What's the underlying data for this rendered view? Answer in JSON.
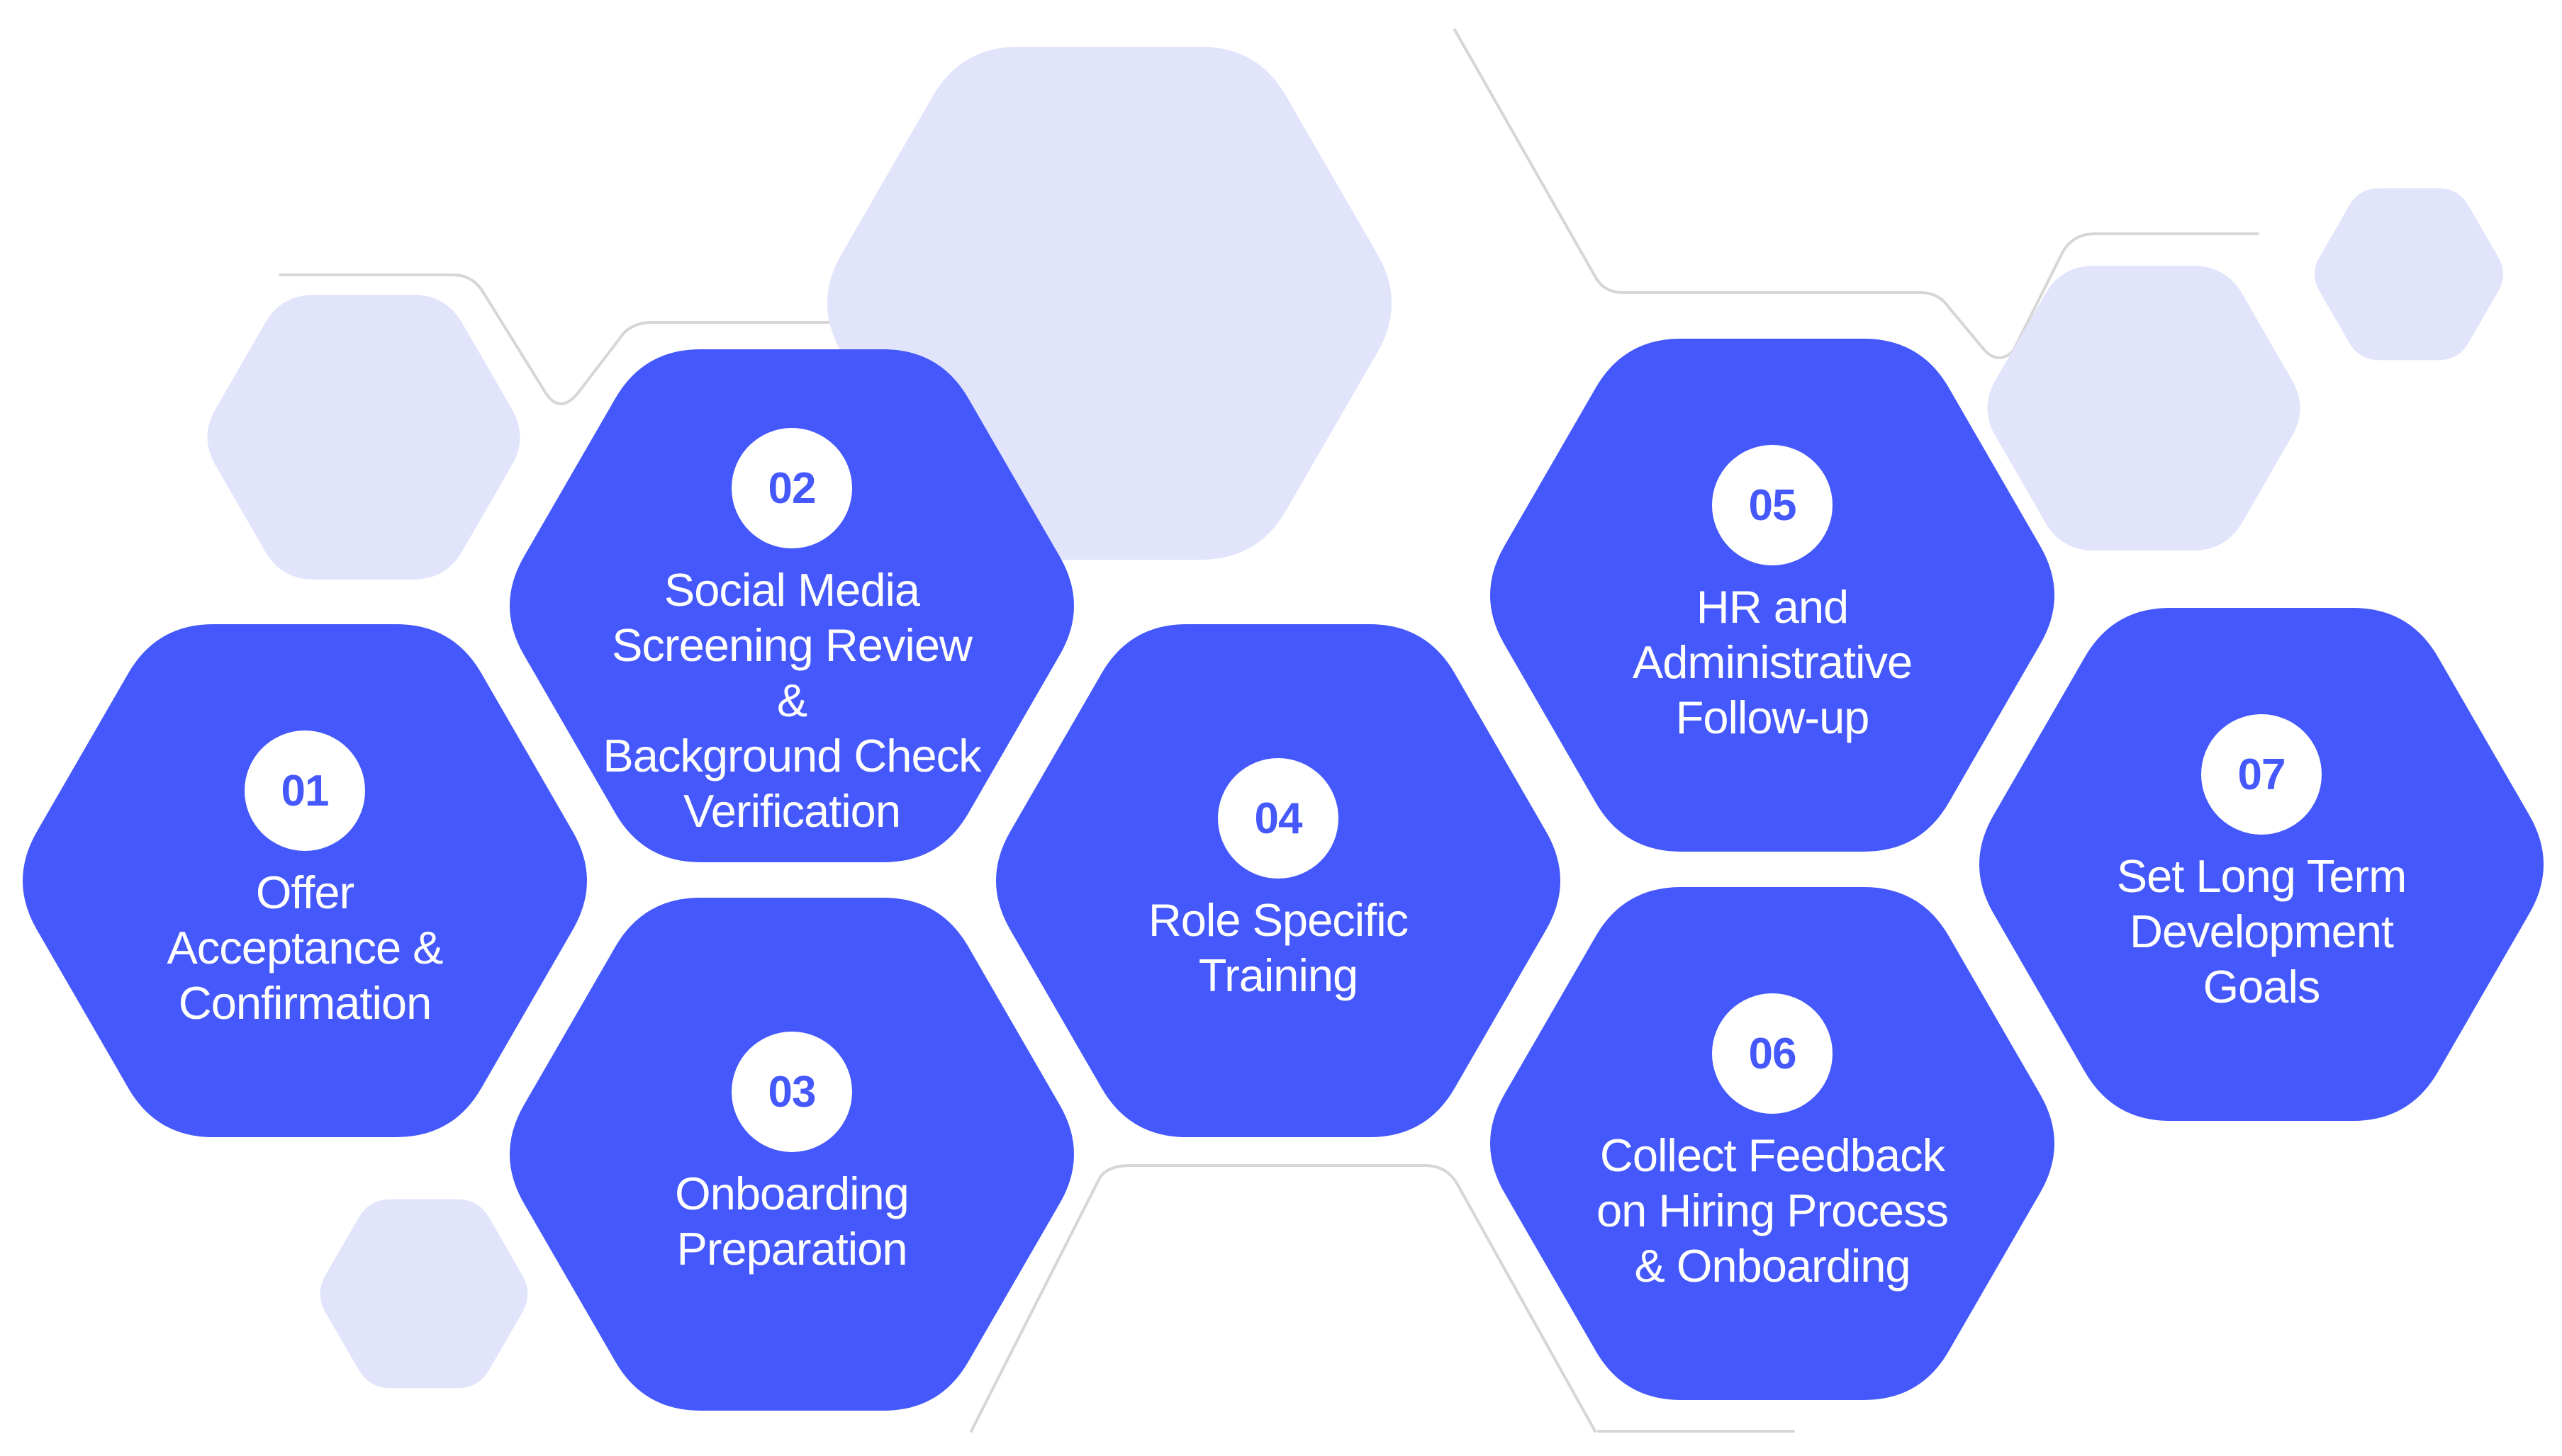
{
  "colors": {
    "step_fill": "#4458fb",
    "deco_fill": "#e1e4fb",
    "connector_stroke": "#d6d6d6",
    "text": "#ffffff",
    "number_text": "#4458fb"
  },
  "steps": [
    {
      "number": "01",
      "label": "Offer\nAcceptance &\nConfirmation"
    },
    {
      "number": "02",
      "label": "Social Media\nScreening Review &\nBackground Check\nVerification"
    },
    {
      "number": "03",
      "label": "Onboarding\nPreparation"
    },
    {
      "number": "04",
      "label": "Role Specific\nTraining"
    },
    {
      "number": "05",
      "label": "HR and\nAdministrative\nFollow-up"
    },
    {
      "number": "06",
      "label": "Collect Feedback\non Hiring Process\n& Onboarding"
    },
    {
      "number": "07",
      "label": "Set Long Term\nDevelopment\nGoals"
    }
  ]
}
